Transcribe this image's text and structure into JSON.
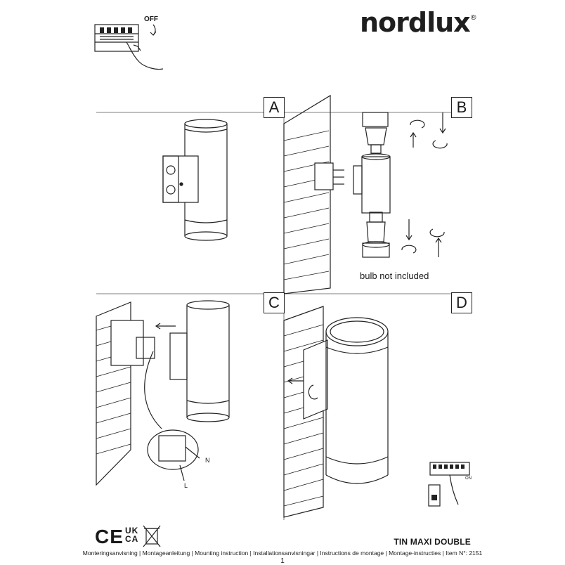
{
  "brand": {
    "name": "nordlux",
    "reg": "®"
  },
  "top_illustration": {
    "switch_label": "OFF"
  },
  "panels": [
    {
      "letter": "A"
    },
    {
      "letter": "B",
      "caption": "bulb not included"
    },
    {
      "letter": "C"
    },
    {
      "letter": "D"
    }
  ],
  "wiring_labels": {
    "neutral": "N",
    "live": "L"
  },
  "breaker_label": "ON",
  "footer": {
    "ce": "CE",
    "ukca_top": "UK",
    "ukca_bottom": "CA",
    "product_name": "TIN MAXI DOUBLE",
    "languages": "Monteringsanvisning | Montageanleitung | Mounting instruction | Installationsanvisningar | Instructions de montage | Montage-instructies | Item N°: 2151",
    "page_number": "1"
  }
}
